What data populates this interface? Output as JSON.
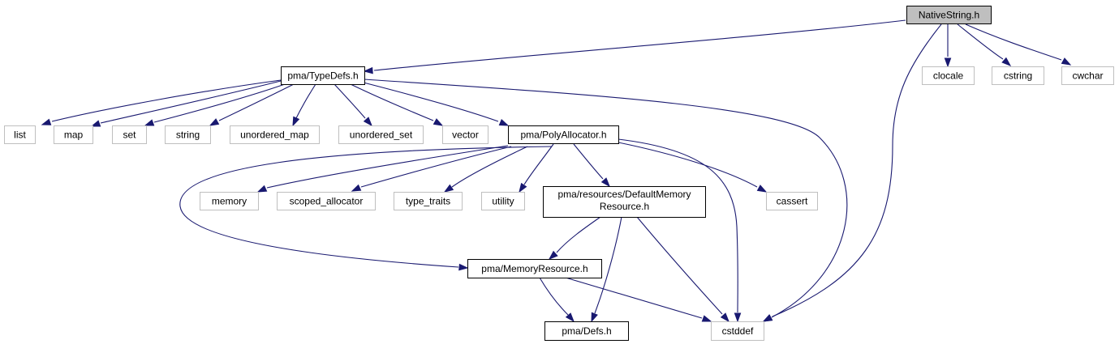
{
  "graph": {
    "colors": {
      "edge": "#191970",
      "root_fill": "#bfbfbf",
      "documented_border": "#000000",
      "external_border": "#bfbfbf",
      "text": "#000000"
    },
    "nodes": [
      {
        "id": "nativestring",
        "label": "NativeString.h",
        "kind": "root"
      },
      {
        "id": "typedefs",
        "label": "pma/TypeDefs.h",
        "kind": "documented"
      },
      {
        "id": "clocale",
        "label": "clocale",
        "kind": "external"
      },
      {
        "id": "cstring",
        "label": "cstring",
        "kind": "external"
      },
      {
        "id": "cwchar",
        "label": "cwchar",
        "kind": "external"
      },
      {
        "id": "list",
        "label": "list",
        "kind": "external"
      },
      {
        "id": "map",
        "label": "map",
        "kind": "external"
      },
      {
        "id": "set",
        "label": "set",
        "kind": "external"
      },
      {
        "id": "string",
        "label": "string",
        "kind": "external"
      },
      {
        "id": "unordered_map",
        "label": "unordered_map",
        "kind": "external"
      },
      {
        "id": "unordered_set",
        "label": "unordered_set",
        "kind": "external"
      },
      {
        "id": "vector",
        "label": "vector",
        "kind": "external"
      },
      {
        "id": "polyallocator",
        "label": "pma/PolyAllocator.h",
        "kind": "documented"
      },
      {
        "id": "memory",
        "label": "memory",
        "kind": "external"
      },
      {
        "id": "scoped_allocator",
        "label": "scoped_allocator",
        "kind": "external"
      },
      {
        "id": "type_traits",
        "label": "type_traits",
        "kind": "external"
      },
      {
        "id": "utility",
        "label": "utility",
        "kind": "external"
      },
      {
        "id": "defaultmemres",
        "label": "pma/resources/DefaultMemory",
        "label2": "Resource.h",
        "kind": "documented"
      },
      {
        "id": "cassert",
        "label": "cassert",
        "kind": "external"
      },
      {
        "id": "memoryresource",
        "label": "pma/MemoryResource.h",
        "kind": "documented"
      },
      {
        "id": "defs",
        "label": "pma/Defs.h",
        "kind": "documented"
      },
      {
        "id": "cstddef",
        "label": "cstddef",
        "kind": "external"
      }
    ],
    "edges": [
      {
        "from": "nativestring",
        "to": "typedefs"
      },
      {
        "from": "nativestring",
        "to": "clocale"
      },
      {
        "from": "nativestring",
        "to": "cstring"
      },
      {
        "from": "nativestring",
        "to": "cwchar"
      },
      {
        "from": "nativestring",
        "to": "cstddef"
      },
      {
        "from": "typedefs",
        "to": "list"
      },
      {
        "from": "typedefs",
        "to": "map"
      },
      {
        "from": "typedefs",
        "to": "set"
      },
      {
        "from": "typedefs",
        "to": "string"
      },
      {
        "from": "typedefs",
        "to": "unordered_map"
      },
      {
        "from": "typedefs",
        "to": "unordered_set"
      },
      {
        "from": "typedefs",
        "to": "vector"
      },
      {
        "from": "typedefs",
        "to": "polyallocator"
      },
      {
        "from": "typedefs",
        "to": "cstddef"
      },
      {
        "from": "polyallocator",
        "to": "memory"
      },
      {
        "from": "polyallocator",
        "to": "scoped_allocator"
      },
      {
        "from": "polyallocator",
        "to": "type_traits"
      },
      {
        "from": "polyallocator",
        "to": "utility"
      },
      {
        "from": "polyallocator",
        "to": "defaultmemres"
      },
      {
        "from": "polyallocator",
        "to": "cassert"
      },
      {
        "from": "polyallocator",
        "to": "memoryresource"
      },
      {
        "from": "polyallocator",
        "to": "cstddef"
      },
      {
        "from": "defaultmemres",
        "to": "memoryresource"
      },
      {
        "from": "defaultmemres",
        "to": "defs"
      },
      {
        "from": "defaultmemres",
        "to": "cstddef"
      },
      {
        "from": "memoryresource",
        "to": "defs"
      },
      {
        "from": "memoryresource",
        "to": "cstddef"
      }
    ]
  }
}
